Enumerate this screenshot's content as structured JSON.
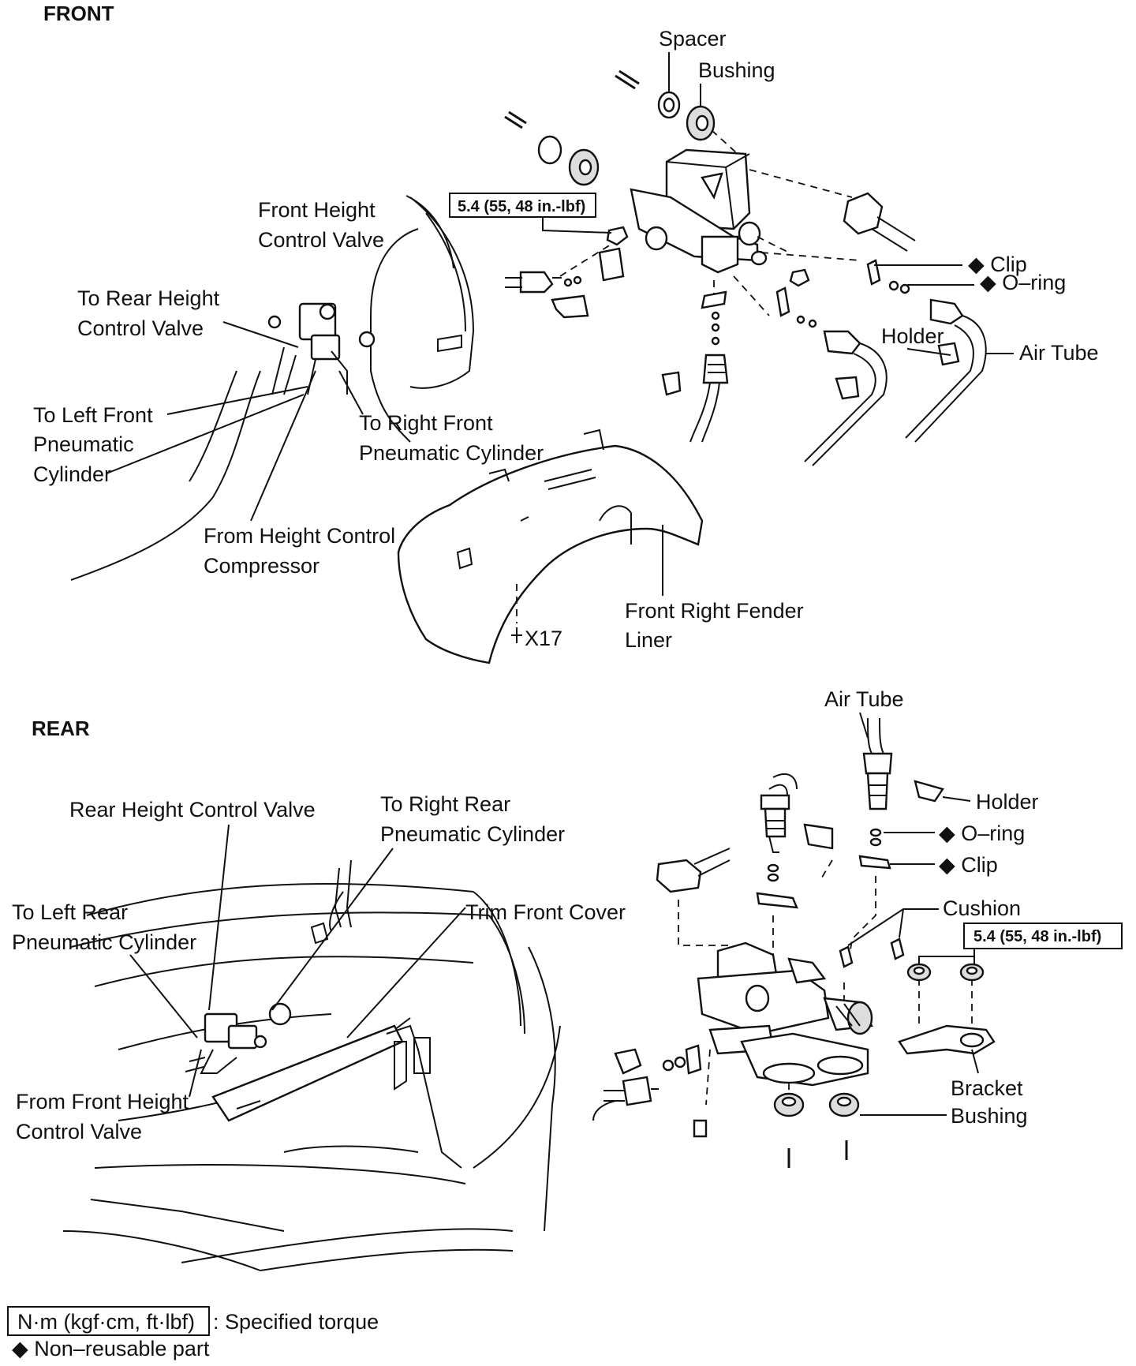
{
  "sections": {
    "front": "FRONT",
    "rear": "REAR"
  },
  "front": {
    "spacer": "Spacer",
    "bushing": "Bushing",
    "torque": "5.4 (55, 48 in.-lbf)",
    "valve_line1": "Front Height",
    "valve_line2": "Control Valve",
    "to_rear_line1": "To Rear Height",
    "to_rear_line2": "Control Valve",
    "clip": "Clip",
    "oring": "O–ring",
    "holder": "Holder",
    "air_tube": "Air Tube",
    "to_left_line1": "To Left Front",
    "to_left_line2": "Pneumatic",
    "to_left_line3": "Cylinder",
    "to_right_line1": "To Right Front",
    "to_right_line2": "Pneumatic Cylinder",
    "from_comp_line1": "From Height Control",
    "from_comp_line2": "Compressor",
    "fender_line1": "Front Right Fender",
    "fender_line2": "Liner",
    "x17": "X17"
  },
  "rear": {
    "air_tube": "Air Tube",
    "holder": "Holder",
    "oring": "O–ring",
    "clip": "Clip",
    "rear_valve": "Rear Height Control Valve",
    "to_right_line1": "To Right Rear",
    "to_right_line2": "Pneumatic Cylinder",
    "to_left_line1": "To Left Rear",
    "to_left_line2": "Pneumatic Cylinder",
    "trim": "Trim Front Cover",
    "cushion": "Cushion",
    "torque": "5.4 (55, 48 in.-lbf)",
    "from_front_line1": "From Front Height",
    "from_front_line2": "Control Valve",
    "bracket": "Bracket",
    "bushing": "Bushing"
  },
  "legend": {
    "torque_unit": "N·m (kgf·cm, ft·lbf)",
    "torque_desc": ": Specified torque",
    "nonreusable": "Non–reusable part"
  },
  "icons": {
    "diamond": "◆"
  }
}
